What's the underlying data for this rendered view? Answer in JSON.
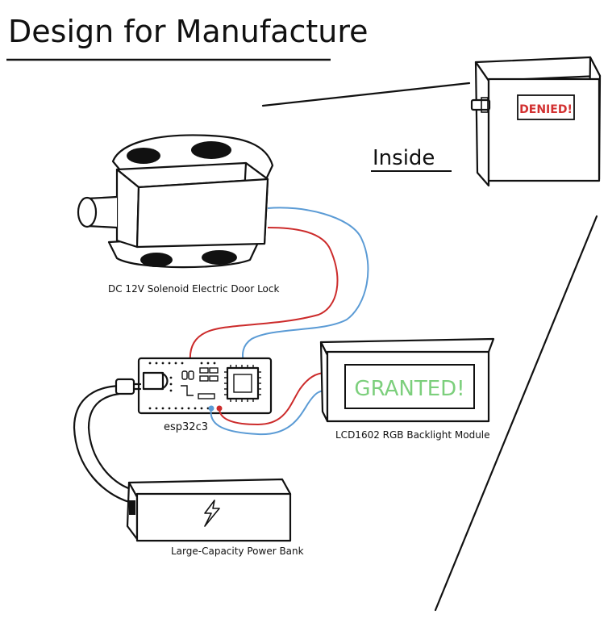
{
  "title": "Design for Manufacture",
  "inside_label": "Inside",
  "box_display": "DENIED!",
  "lcd_display": "GRANTED!",
  "components": {
    "solenoid": "DC 12V Solenoid Electric Door Lock",
    "mcu": "esp32c3",
    "lcd": "LCD1602 RGB Backlight Module",
    "power": "Large-Capacity Power Bank"
  },
  "colors": {
    "wire_red": "#cc2b2b",
    "wire_blue": "#5b9bd5",
    "lcd_text": "#7ccf7c",
    "denied_text": "#d23030"
  },
  "icons": {
    "power_bank": "lightning-bolt-icon"
  }
}
